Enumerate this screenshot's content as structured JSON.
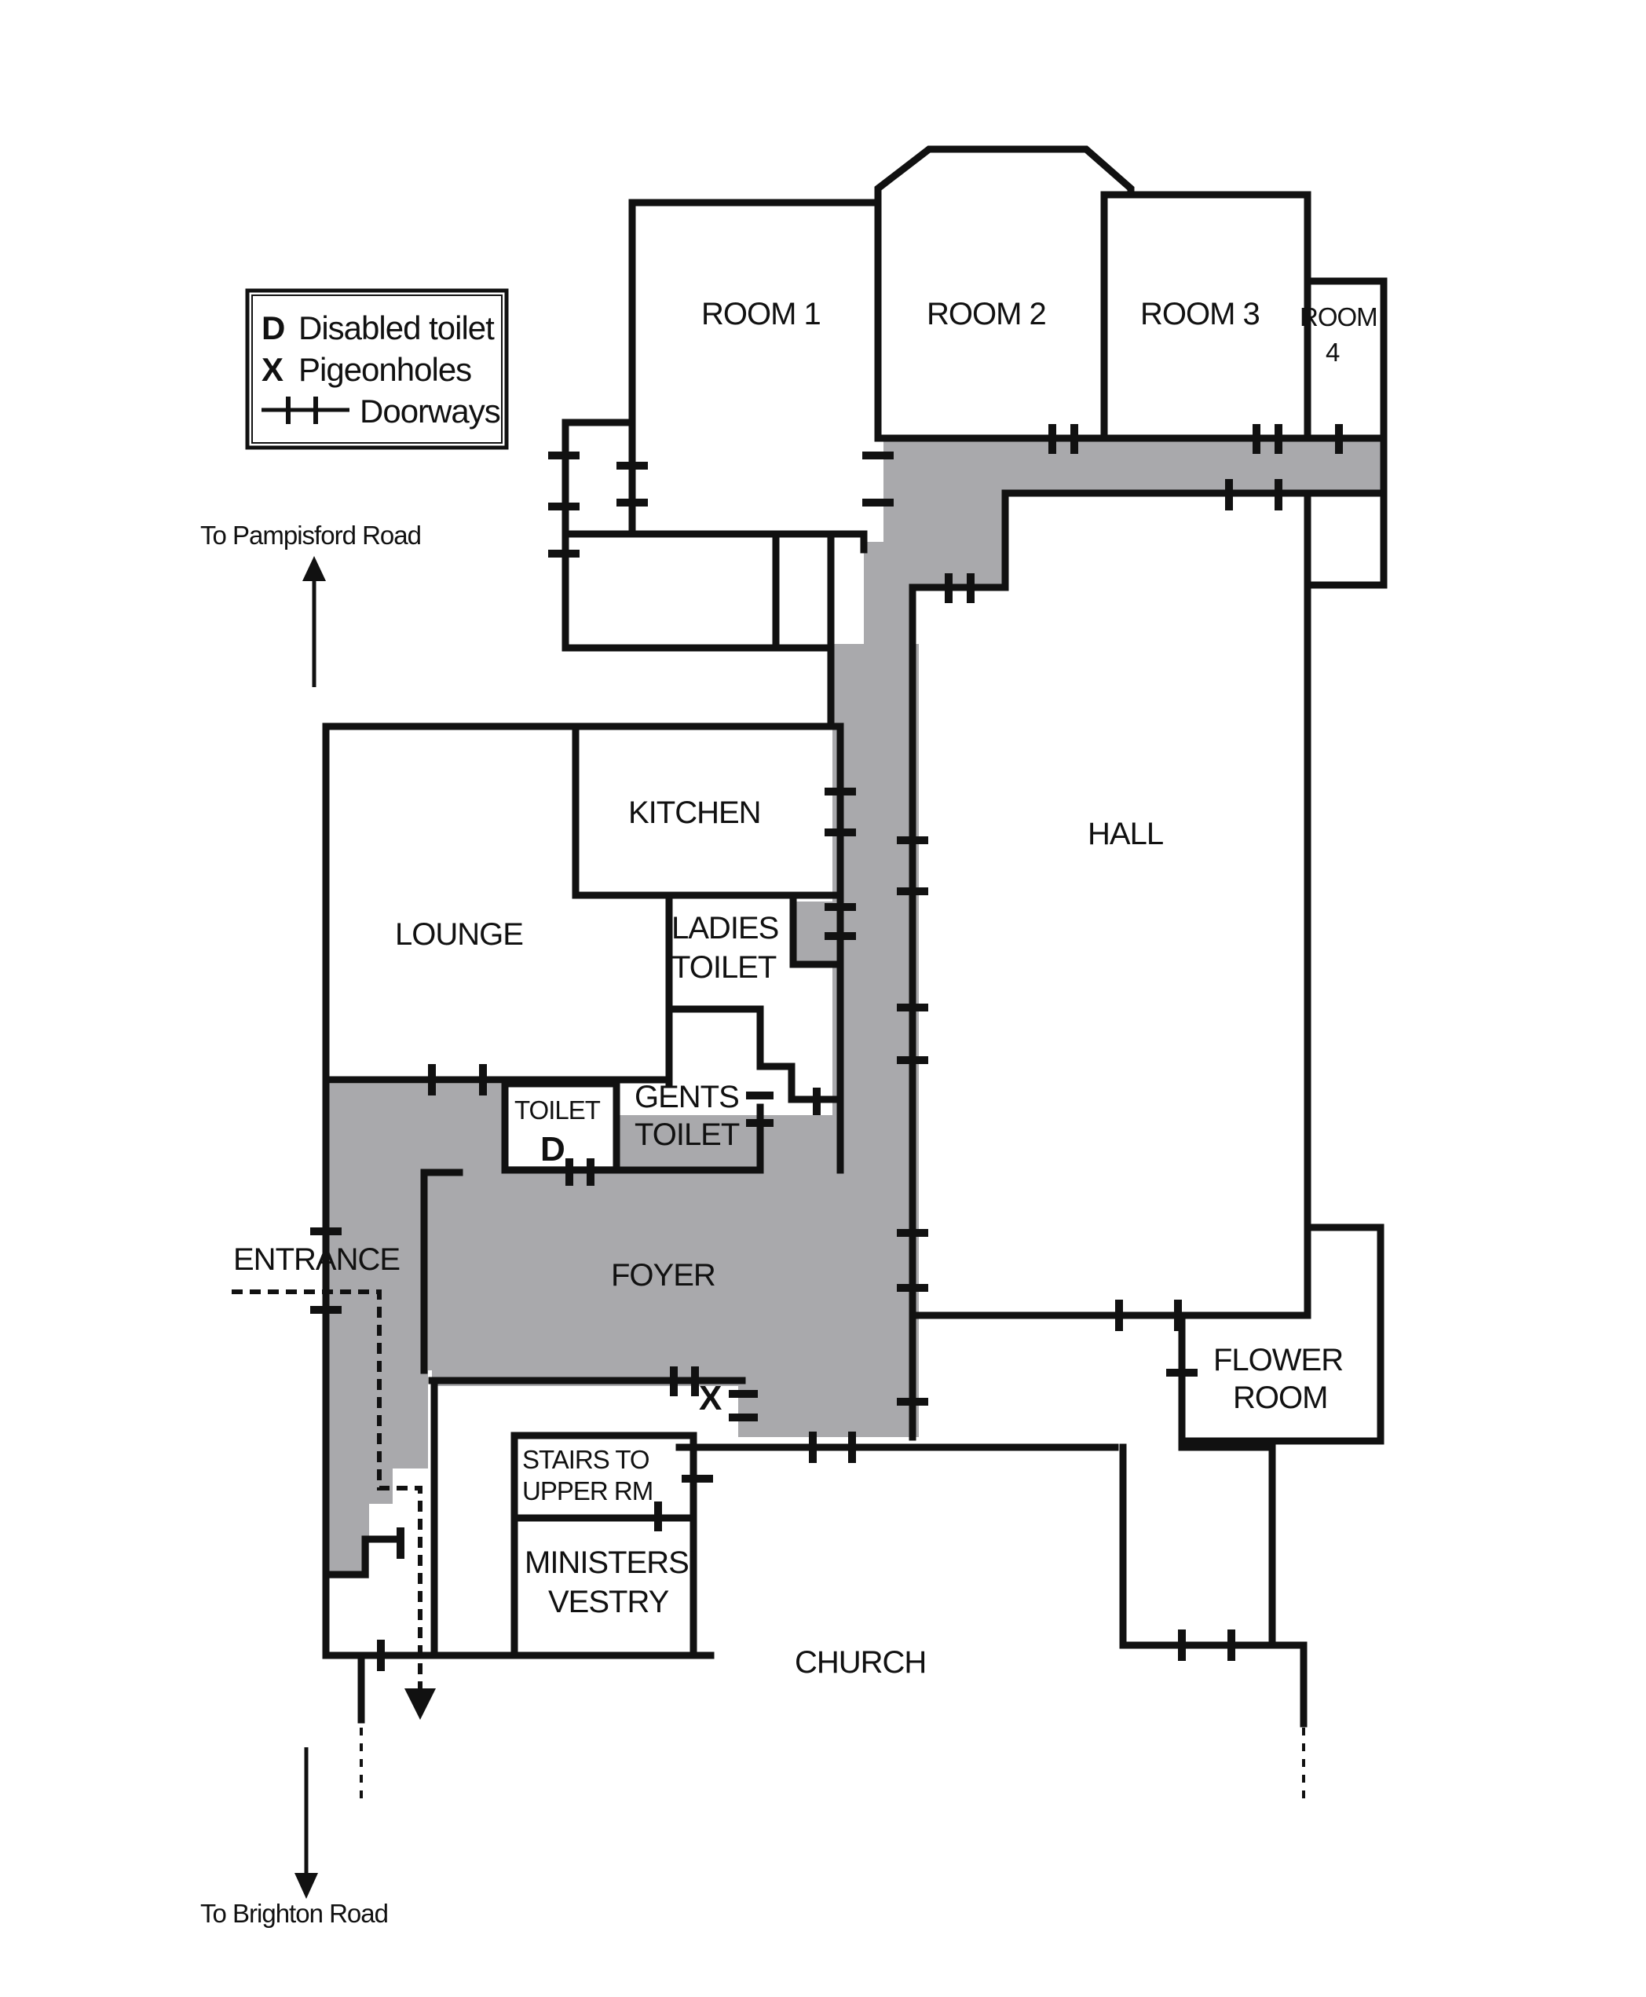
{
  "colors": {
    "background": "#ffffff",
    "ink": "#111111",
    "circulation_fill": "#a9a9ac"
  },
  "legend": {
    "items": [
      {
        "key": "D",
        "text": "Disabled toilet"
      },
      {
        "key": "X",
        "text": "Pigeonholes"
      },
      {
        "key": "",
        "text": "Doorways",
        "icon": "doorway-symbol"
      }
    ]
  },
  "directions": {
    "north": "To Pampisford Road",
    "south": "To Brighton Road"
  },
  "rooms": {
    "room1": "ROOM 1",
    "room2": "ROOM 2",
    "room3": "ROOM 3",
    "room4_line1": "ROOM",
    "room4_line2": "4",
    "kitchen": "KITCHEN",
    "hall": "HALL",
    "lounge": "LOUNGE",
    "ladies_line1": "LADIES",
    "ladies_line2": "TOILET",
    "toilet": "TOILET",
    "toilet_mark": "D",
    "gents_line1": "GENTS",
    "gents_line2": "TOILET",
    "entrance": "ENTRANCE",
    "foyer": "FOYER",
    "pigeonholes_mark": "X",
    "flower_line1": "FLOWER",
    "flower_line2": "ROOM",
    "stairs_line1": "STAIRS  TO",
    "stairs_line2": "UPPER RM",
    "vestry_line1": "MINISTERS'",
    "vestry_line2": "VESTRY",
    "church": "CHURCH"
  }
}
